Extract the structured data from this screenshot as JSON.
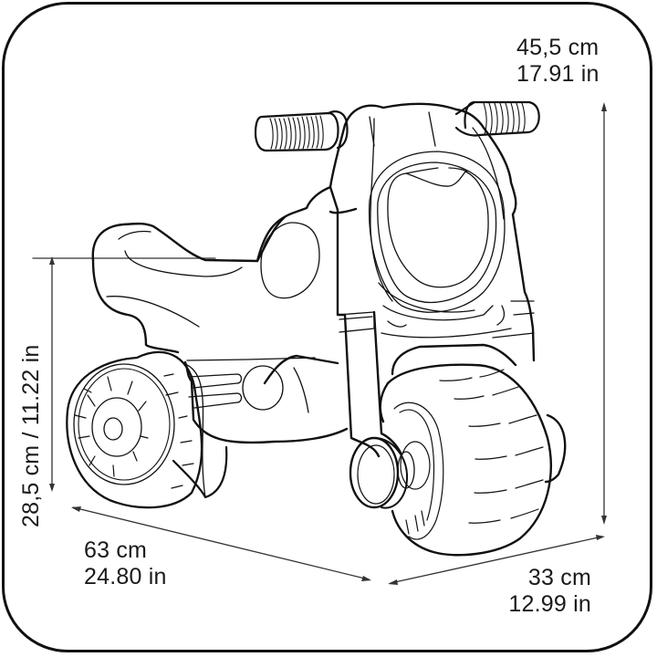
{
  "diagram": {
    "subject": "ride-on toy motorbike (balance bike) line drawing",
    "stroke_color": "#111111",
    "background": "#ffffff"
  },
  "dimensions": {
    "total_height": {
      "cm": "45,5 cm",
      "in": "17.91 in"
    },
    "seat_height": {
      "label": "28,5 cm / 11.22 in"
    },
    "length": {
      "cm": "63 cm",
      "in": "24.80 in"
    },
    "width": {
      "cm": "33 cm",
      "in": "12.99 in"
    }
  }
}
